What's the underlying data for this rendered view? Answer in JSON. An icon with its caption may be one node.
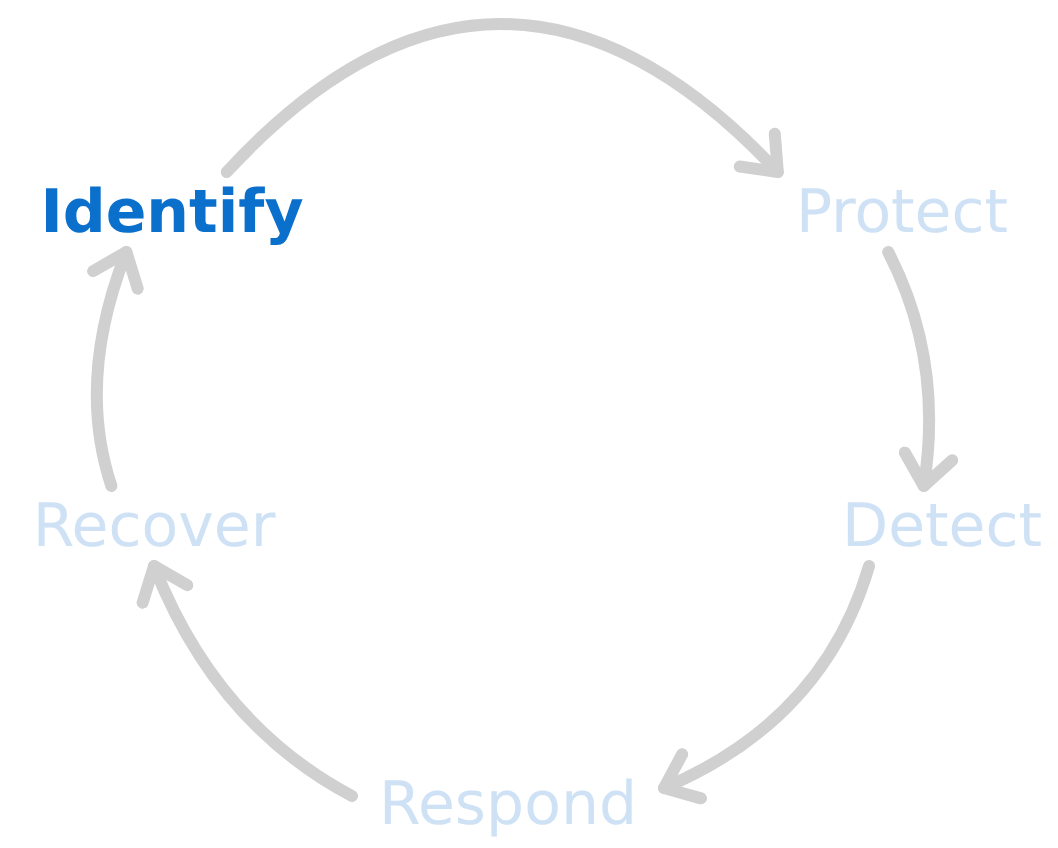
{
  "diagram": {
    "nodes": [
      {
        "text": [
          "Identify"
        ]
      },
      {
        "text": [
          "Protect"
        ]
      },
      {
        "text": [
          "Detect"
        ]
      },
      {
        "text": [
          "Respond"
        ]
      },
      {
        "text": [
          "Recover"
        ]
      }
    ],
    "edges": [
      {
        "from": 0,
        "to": 1,
        "arrow": "to"
      },
      {
        "from": 1,
        "to": 2,
        "arrow": "to"
      },
      {
        "from": 2,
        "to": 3,
        "arrow": "to"
      },
      {
        "from": 3,
        "to": 4,
        "arrow": "to"
      },
      {
        "from": 4,
        "to": 0,
        "arrow": "to"
      }
    ]
  }
}
